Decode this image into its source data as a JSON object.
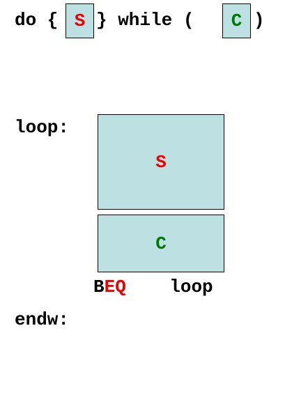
{
  "header": {
    "prefix": "do {",
    "body_token": "S",
    "middle": "} while (",
    "cond_token": "C",
    "suffix": ")"
  },
  "flow": {
    "loop_label": "loop:",
    "body_block": "S",
    "cond_block": "C",
    "branch_prefix": "B",
    "branch_cond": "EQ",
    "branch_target": "loop",
    "end_label": "endw:"
  },
  "colors": {
    "body": "#ee0000",
    "cond": "#007a00",
    "block_fill": "#bde0e3"
  }
}
